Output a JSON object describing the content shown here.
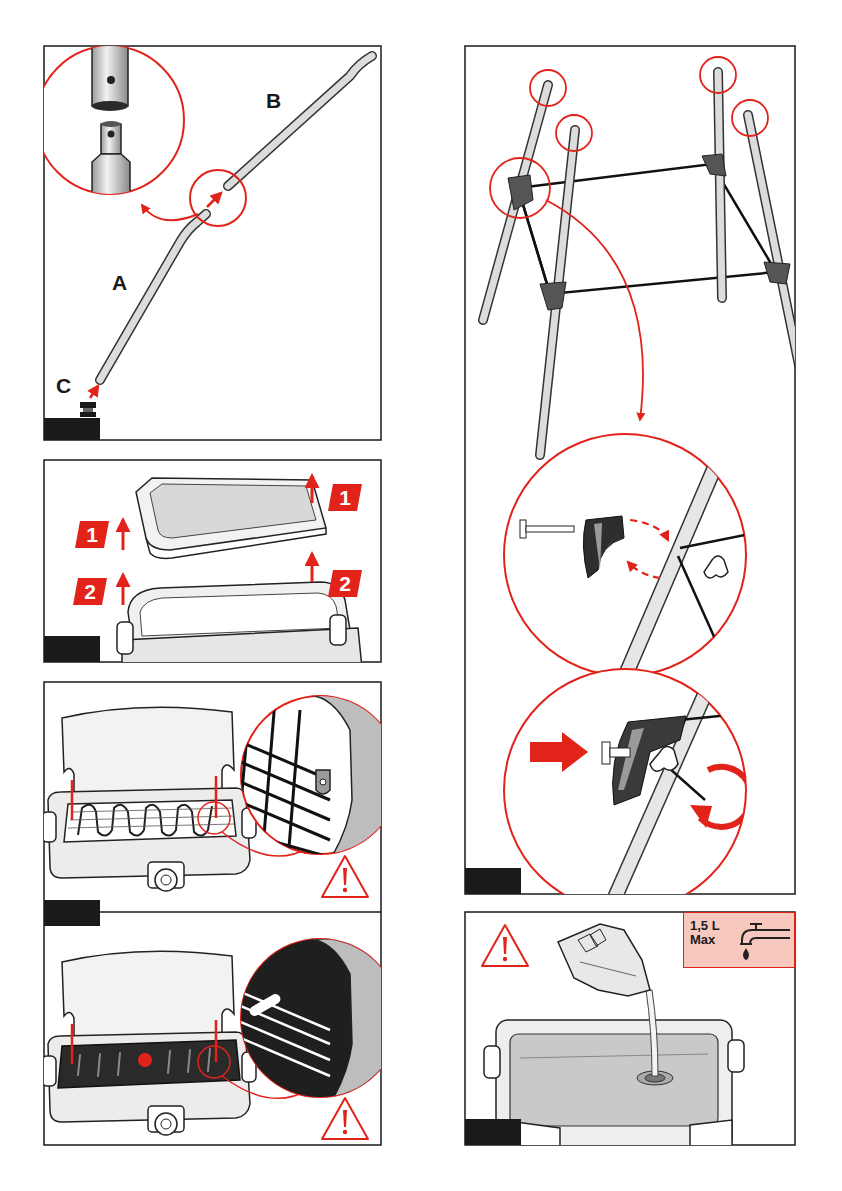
{
  "diagram": {
    "nodes": [
      {
        "text": [
          "1"
        ]
      },
      {
        "text": [
          "1"
        ]
      },
      {
        "text": [
          "2"
        ]
      },
      {
        "text": [
          "2"
        ]
      },
      {
        "text": [
          "1,5 L Max"
        ]
      }
    ],
    "labels": [
      "B",
      "A",
      "C"
    ]
  }
}
